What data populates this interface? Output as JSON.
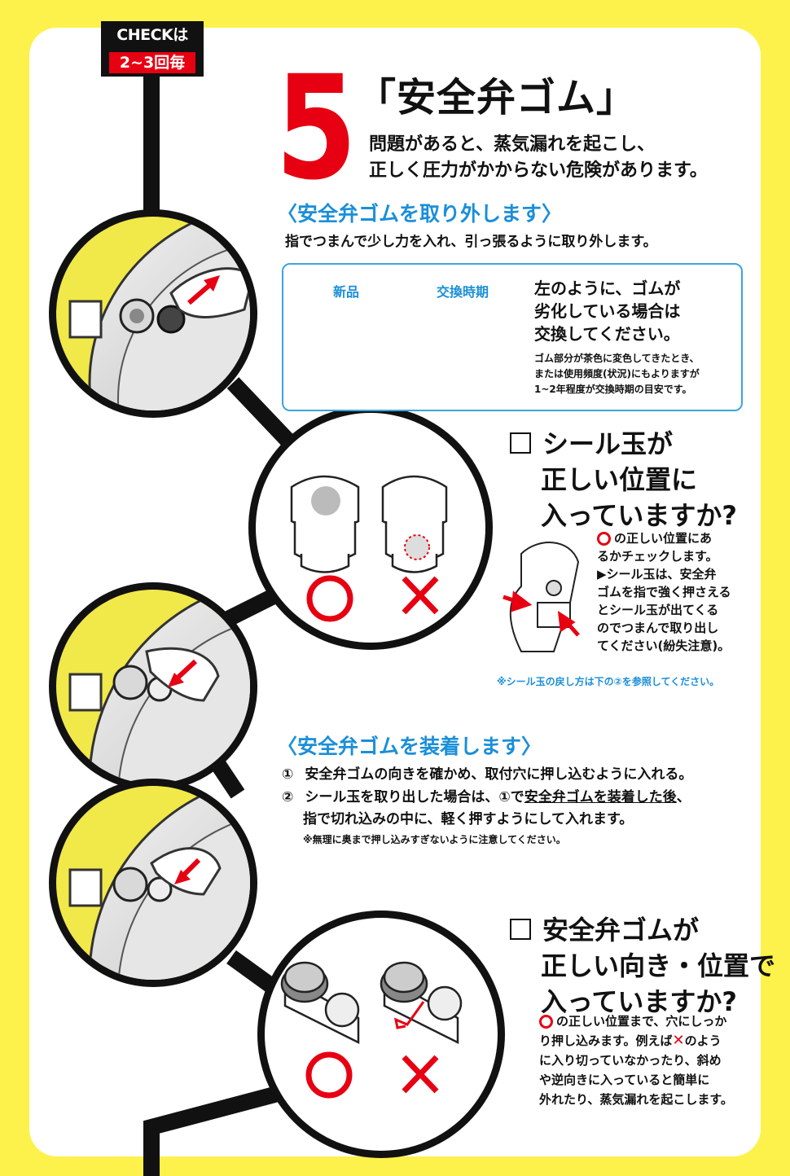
{
  "badge": {
    "line1": "CHECKは",
    "line2": "2~3回毎"
  },
  "header": {
    "number": "5",
    "title": "「安全弁ゴム」",
    "lead_line1": "問題があると、蒸気漏れを起こし、",
    "lead_line2": "正しく圧力がかからない危険があります。"
  },
  "remove": {
    "heading": "〈安全弁ゴムを取り外します〉",
    "instruction": "指でつまんで少し力を入れ、引っ張るように取り外します。",
    "new_label": "新品",
    "replace_label": "交換時期",
    "advice_line1": "左のように、ゴムが",
    "advice_line2": "劣化している場合は",
    "advice_line3": "交換してください。",
    "note_line1": "ゴム部分が茶色に変色してきたとき、",
    "note_line2": "または使用頻度(状況)にもよりますが",
    "note_line3": "1~2年程度が交換時期の目安です。"
  },
  "check1": {
    "line1": "シール玉が",
    "line2": "正しい位置に",
    "line3": "入っていますか?",
    "desc": [
      "の正しい位置にあ",
      "るかチェックします。",
      "▶シール玉は、安全弁",
      "ゴムを指で強く押さえる",
      "とシール玉が出てくる",
      "のでつまんで取り出し",
      "てください(紛失注意)。"
    ],
    "footnote": "※シール玉の戻し方は下の②を参照してください。"
  },
  "install": {
    "heading": "〈安全弁ゴムを装着します〉",
    "step1_num": "①",
    "step1": "安全弁ゴムの向きを確かめ、取付穴に押し込むように入れる。",
    "step2_num": "②",
    "step2_a": "シール玉を取り出した場合は、①で",
    "step2_u": "安全弁ゴムを装着した後",
    "step2_b": "、",
    "step2_line2": "指で切れ込みの中に、軽く押すようにして入れます。",
    "note": "※無理に奥まで押し込みすぎないように注意してください。"
  },
  "check2": {
    "line1": "安全弁ゴムが",
    "line2": "正しい向き・位置で",
    "line3": "入っていますか?",
    "desc_1b": "の正しい位置まで、穴にしっか",
    "desc_2a": "り押し込みます。例えば",
    "desc_2b": "のよう",
    "desc": [
      "に入り切っていなかったり、斜め",
      "や逆向きに入っていると簡単に",
      "外れたり、蒸気漏れを起こします。"
    ]
  },
  "colors": {
    "yellow": "#fdf14b",
    "red": "#e60012",
    "blue": "#1a8fd8",
    "black": "#111111"
  }
}
